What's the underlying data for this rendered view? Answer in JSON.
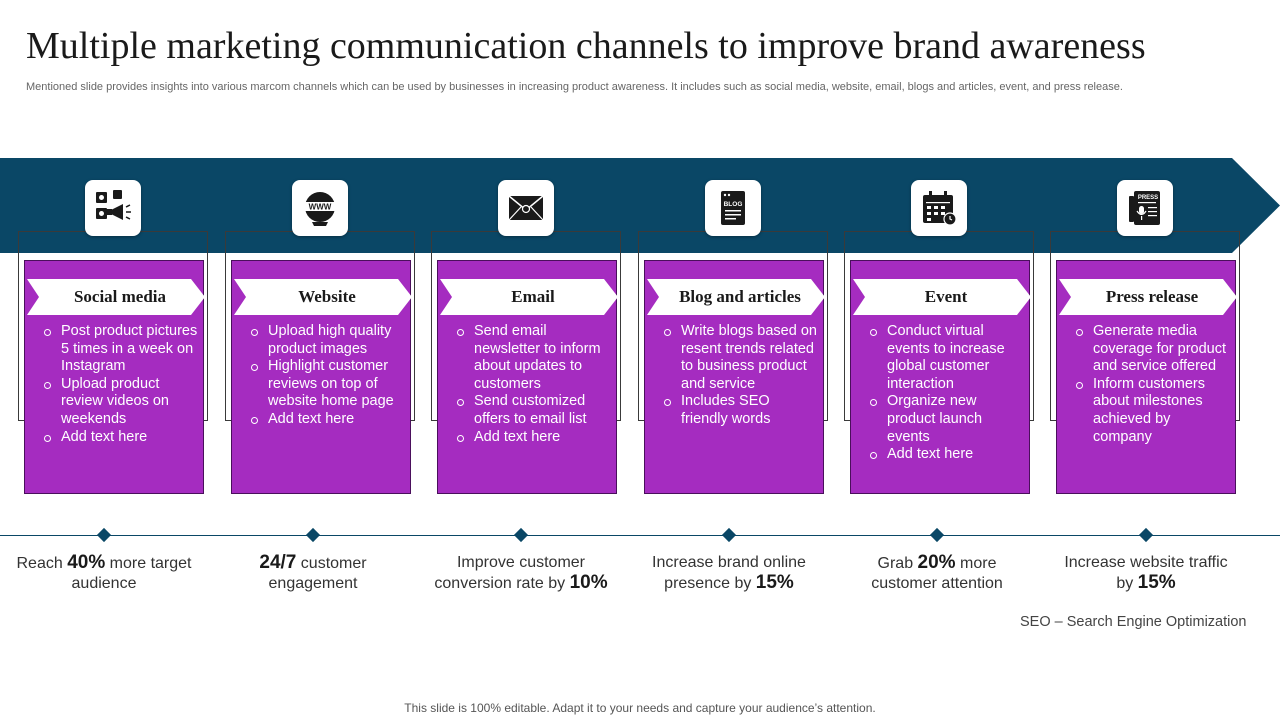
{
  "title": "Multiple marketing communication channels to improve brand awareness",
  "subtitle": "Mentioned slide provides insights into various marcom channels which can be used by businesses in increasing product awareness. It includes such as social media, website, email, blogs and articles, event, and press release.",
  "colors": {
    "banner": "#0a4766",
    "card": "#a52cc0",
    "diamond": "#0a4766"
  },
  "channels": [
    {
      "heading": "Social media",
      "icon": "social-media-icon",
      "bullets": [
        "Post product pictures 5 times in a week on Instagram",
        "Upload product review videos on weekends",
        "Add text here"
      ],
      "stat": {
        "pre": "Reach ",
        "bold": "40%",
        "post": " more target audience"
      }
    },
    {
      "heading": "Website",
      "icon": "www-globe-icon",
      "bullets": [
        "Upload high quality product images",
        "Highlight customer reviews on top of website home page",
        "Add text here"
      ],
      "stat": {
        "pre": "",
        "bold": "24/7",
        "post": " customer engagement"
      }
    },
    {
      "heading": "Email",
      "icon": "envelope-icon",
      "bullets": [
        "Send email newsletter to inform about updates to customers",
        "Send customized offers to email list",
        "Add text here"
      ],
      "stat": {
        "pre": "Improve customer conversion rate by ",
        "bold": "10%",
        "post": ""
      }
    },
    {
      "heading": "Blog and articles",
      "icon": "blog-document-icon",
      "bullets": [
        "Write blogs based on resent trends related to business product and service",
        "Includes SEO friendly words"
      ],
      "stat": {
        "pre": "Increase brand online presence by ",
        "bold": "15%",
        "post": ""
      }
    },
    {
      "heading": "Event",
      "icon": "calendar-event-icon",
      "bullets": [
        "Conduct virtual events to increase global customer interaction",
        "Organize new product launch events",
        "Add text here"
      ],
      "stat": {
        "pre": "Grab ",
        "bold": "20%",
        "post": " more customer attention"
      }
    },
    {
      "heading": "Press release",
      "icon": "press-microphone-icon",
      "bullets": [
        "Generate media coverage for product and service offered",
        "Inform customers about milestones achieved by company"
      ],
      "stat": {
        "pre": "Increase website traffic by ",
        "bold": "15%",
        "post": ""
      }
    }
  ],
  "note": "SEO – Search Engine Optimization",
  "footer": "This slide is 100% editable. Adapt it to your needs and capture your audience’s attention."
}
